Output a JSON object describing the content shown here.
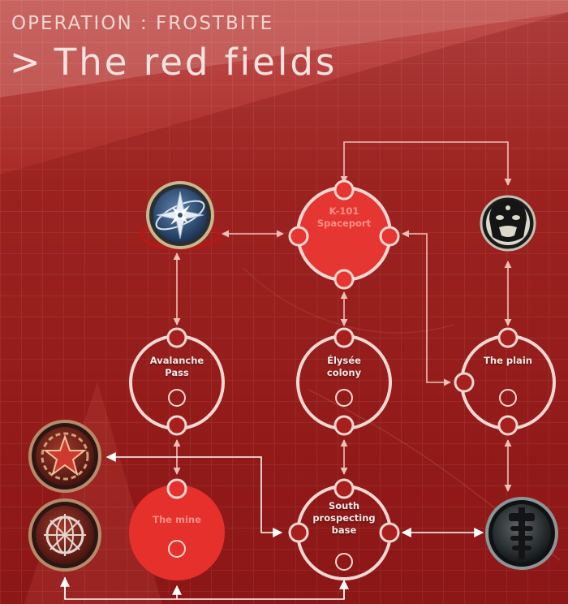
{
  "header": {
    "operation": "OPERATION : FROSTBITE",
    "prompt": ">",
    "title": "The red fields"
  },
  "locations": {
    "k101": {
      "line1": "K-101",
      "line2": "Spaceport"
    },
    "avalanche": {
      "line1": "Avalanche",
      "line2": "Pass"
    },
    "elysee": {
      "line1": "Élysée",
      "line2": "colony"
    },
    "plain": {
      "line1": "The plain"
    },
    "mine": {
      "line1": "The mine"
    },
    "south": {
      "line1": "South",
      "line2": "prospecting",
      "line3": "base"
    }
  },
  "factions": [
    {
      "name": "compass-star-emblem-icon"
    },
    {
      "name": "ape-head-emblem-icon"
    },
    {
      "name": "red-star-wreath-emblem-icon"
    },
    {
      "name": "crosshair-globe-emblem-icon"
    },
    {
      "name": "skeletal-totem-emblem-icon"
    }
  ],
  "colors": {
    "background": "#9a1d1b",
    "zone_filled": "#e6302c",
    "ring": "#f3d9d5",
    "link": "#f0c4bb"
  }
}
